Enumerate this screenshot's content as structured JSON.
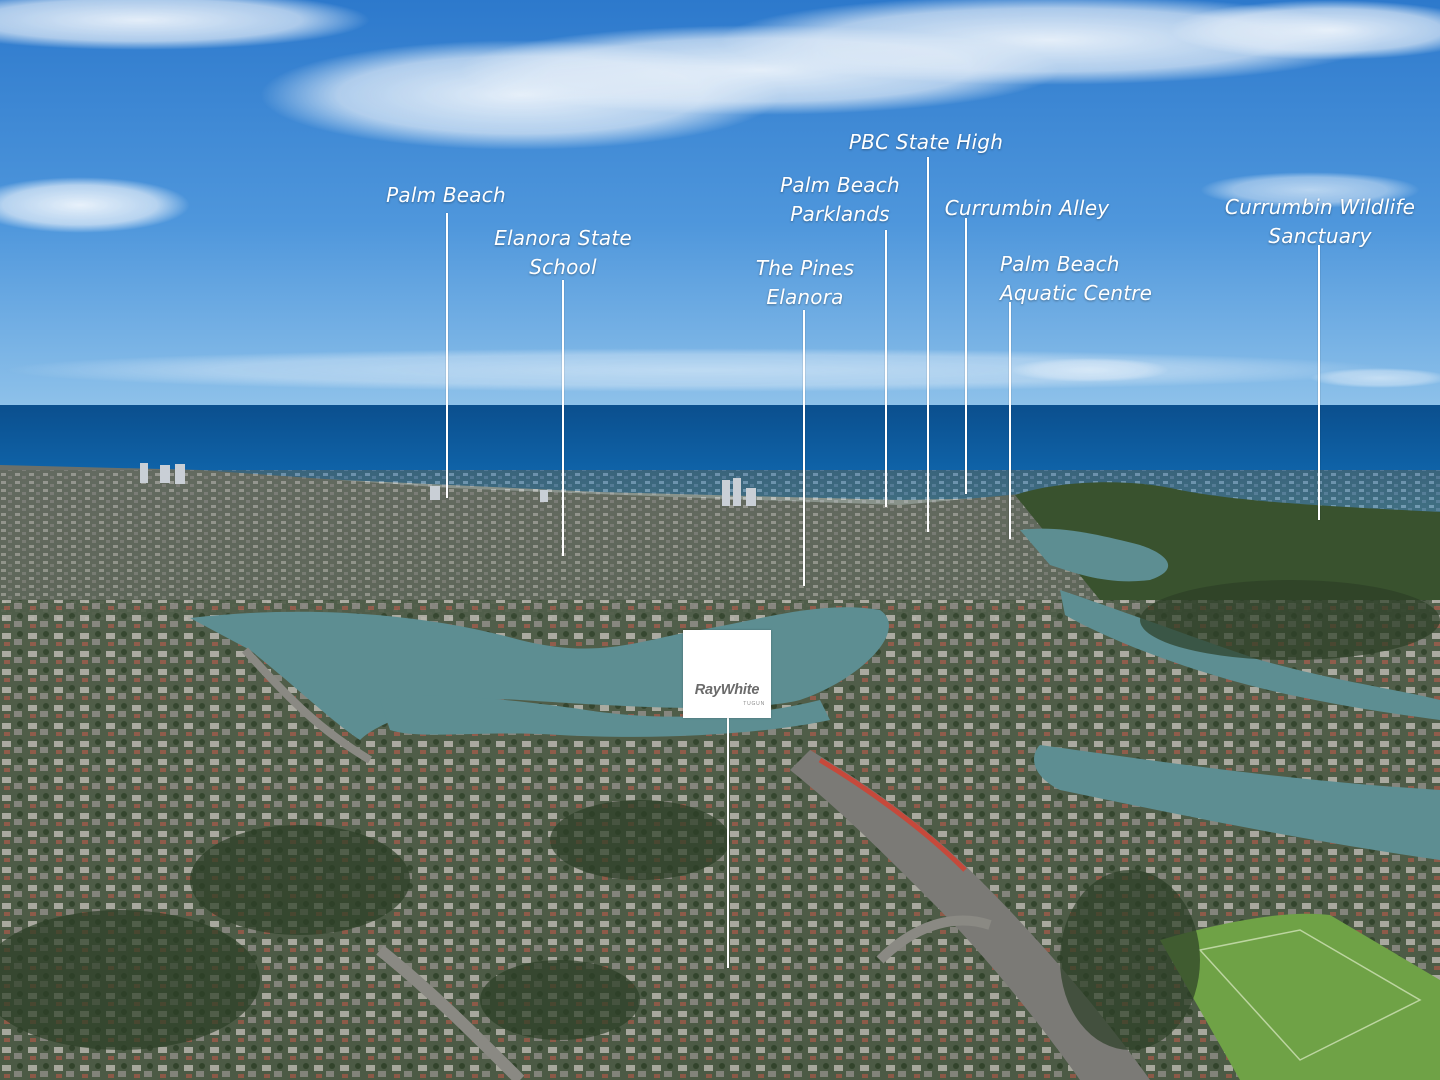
{
  "labels": [
    {
      "id": "palm-beach",
      "text": "Palm Beach"
    },
    {
      "id": "elanora-state-school",
      "text": "Elanora State\nSchool"
    },
    {
      "id": "the-pines-elanora",
      "text": "The Pines\nElanora"
    },
    {
      "id": "palm-beach-parklands",
      "text": "Palm Beach\nParklands"
    },
    {
      "id": "pbc-state-high",
      "text": "PBC State High"
    },
    {
      "id": "currumbin-alley",
      "text": "Currumbin Alley"
    },
    {
      "id": "palm-beach-aquatic-centre",
      "text": "Palm Beach\nAquatic Centre"
    },
    {
      "id": "currumbin-wildlife-sanctuary",
      "text": "Currumbin Wildlife\nSanctuary"
    }
  ],
  "logo": {
    "brand": "RayWhite",
    "office": "TUGUN"
  },
  "colors": {
    "sky_top": "#2f7fd0",
    "sky_horizon": "#8fc2ea",
    "ocean": "#0f5fa2",
    "lake": "#5d8e92",
    "suburb": "#5d6a5a",
    "label": "#ffffff"
  }
}
